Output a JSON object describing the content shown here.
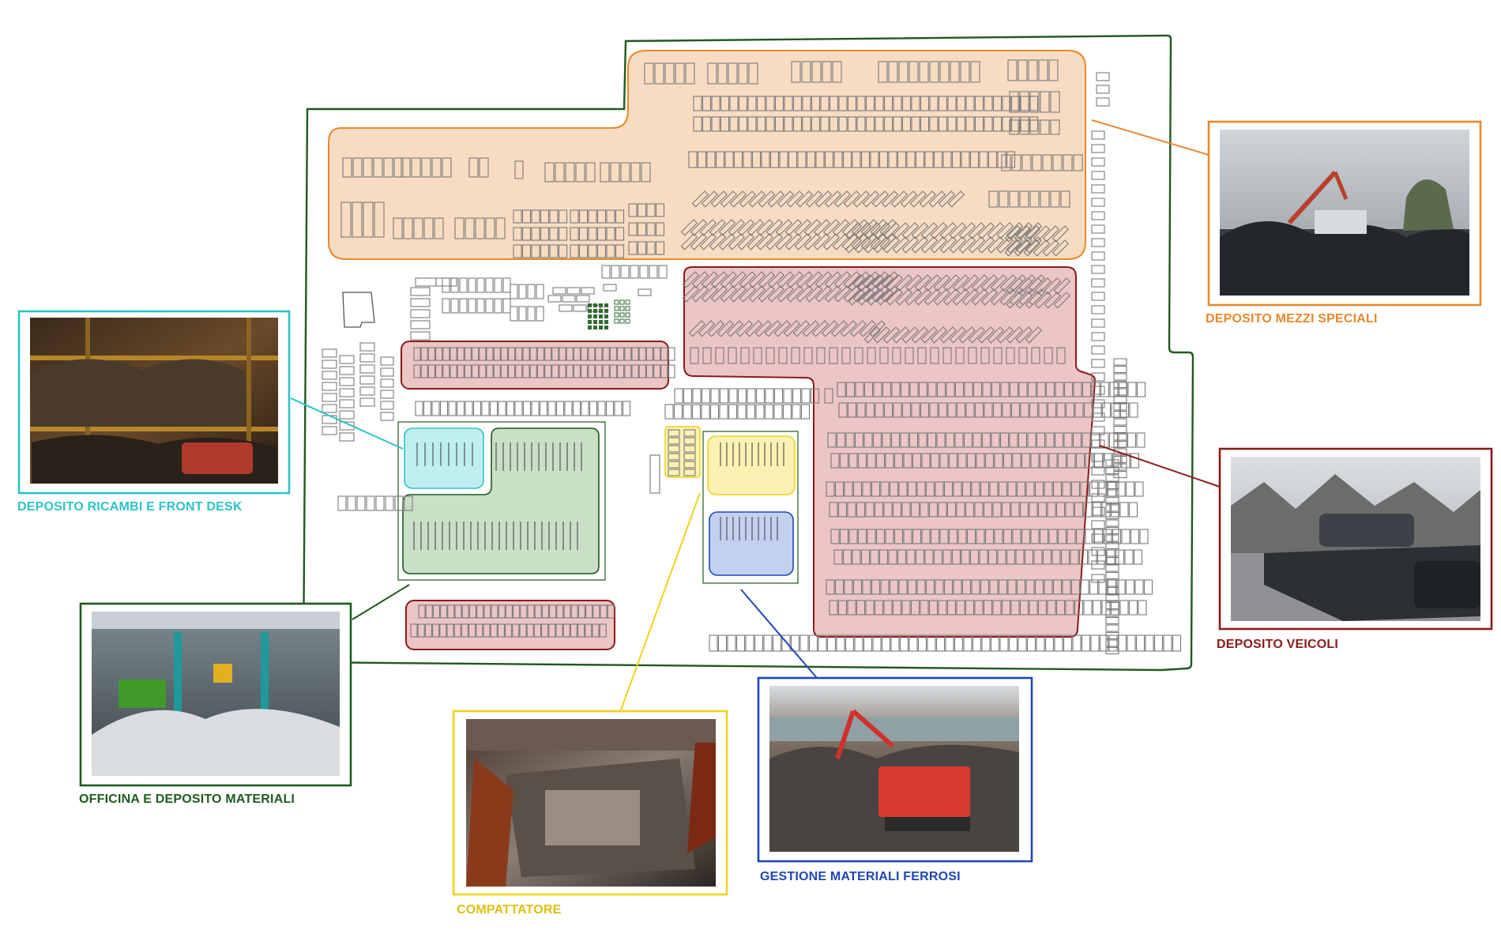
{
  "zones": [
    {
      "id": "deposito-mezzi-speciali",
      "label": "DEPOSITO MEZZI SPECIALI",
      "color": "#e8892b",
      "fill": "#f8dcc2",
      "photo_icon": "crane-scrap-photo"
    },
    {
      "id": "deposito-veicoli",
      "label": "DEPOSITO VEICOLI",
      "color": "#8b1a1a",
      "fill": "#ecc5c5",
      "photo_icon": "parked-cars-photo"
    },
    {
      "id": "deposito-ricambi",
      "label": "DEPOSITO RICAMBI E FRONT DESK",
      "color": "#2cc3c8",
      "fill": "#bfeeee",
      "photo_icon": "parts-shelves-photo"
    },
    {
      "id": "officina",
      "label": "OFFICINA E DEPOSITO MATERIALI",
      "color": "#1f5a1f",
      "fill": "#c9dfc6",
      "photo_icon": "workshop-photo"
    },
    {
      "id": "compattatore",
      "label": "COMPATTATORE",
      "color": "#f2d21c",
      "fill": "#fbf1b3",
      "photo_icon": "compactor-photo"
    },
    {
      "id": "gestione-ferrosi",
      "label": "GESTIONE MATERIALI FERROSI",
      "color": "#1f46b8",
      "fill": "#c3d0f0",
      "photo_icon": "ferrous-excavator-photo"
    }
  ],
  "colors": {
    "boundary": "#1f5a1f",
    "slot_outline": "#777777",
    "building_dark": "#2f6b2f"
  }
}
